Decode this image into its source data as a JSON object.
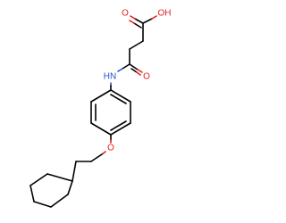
{
  "molecule": {
    "atoms": {
      "carboxyl_o": "O",
      "hydroxyl": "OH",
      "amide_o": "O",
      "amide_nh": "HN",
      "ether_o": "O"
    },
    "colors": {
      "bond": "#000000",
      "oxygen": "#e41e1e",
      "nitrogen": "#2a4fc9",
      "background": "#ffffff"
    }
  }
}
